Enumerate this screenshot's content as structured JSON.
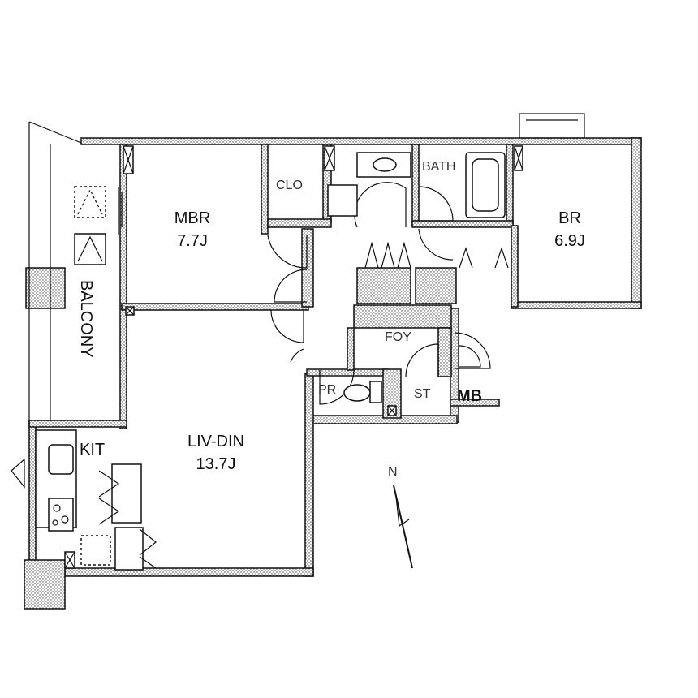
{
  "rooms": {
    "mbr": {
      "name": "MBR",
      "size": "7.7J"
    },
    "br": {
      "name": "BR",
      "size": "6.9J"
    },
    "liv_din": {
      "name": "LIV-DIN",
      "size": "13.7J"
    },
    "balcony": "BALCONY",
    "kit": "KIT",
    "clo": "CLO",
    "bath": "BATH",
    "foy": "FOY",
    "pr": "PR",
    "st": "ST",
    "mb": "MB"
  },
  "compass": {
    "label": "N"
  }
}
